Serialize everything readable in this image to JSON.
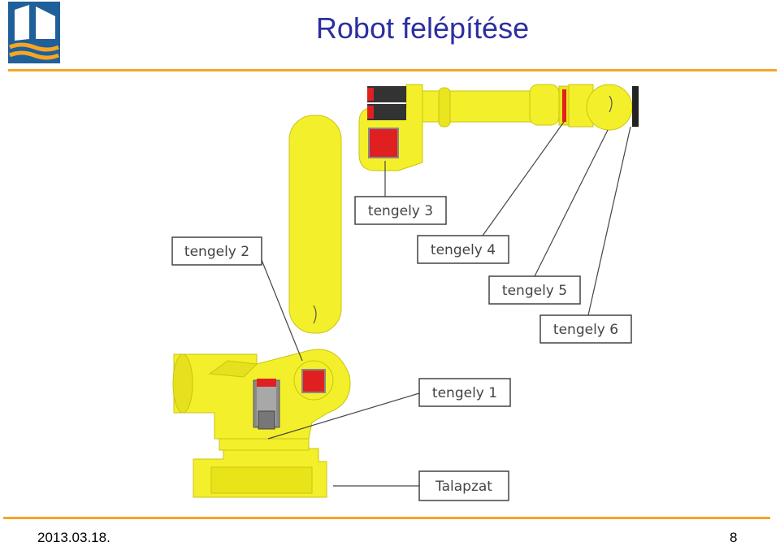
{
  "slide": {
    "title": "Robot felépítése",
    "date": "2013.03.18.",
    "page_number": "8"
  },
  "labels": {
    "axis1": "tengely 1",
    "axis2": "tengely 2",
    "axis3": "tengely 3",
    "axis4": "tengely 4",
    "axis5": "tengely 5",
    "axis6": "tengely 6",
    "base": "Talapzat"
  },
  "colors": {
    "accent": "#f5a623",
    "title": "#2b2fa0",
    "robot_body": "#f3f02b",
    "joint_red": "#e02020",
    "logo_blue": "#1f5f9a"
  }
}
